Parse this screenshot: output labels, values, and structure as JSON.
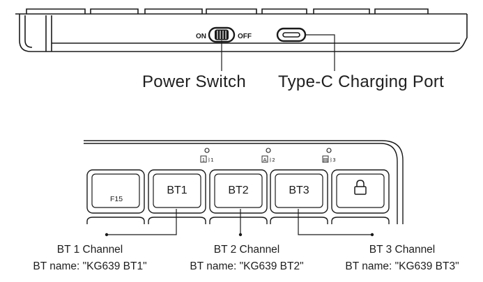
{
  "top_view": {
    "switch_on_label": "ON",
    "switch_off_label": "OFF",
    "power_switch_label": "Power Switch",
    "charging_port_label": "Type-C Charging Port"
  },
  "keys": {
    "f15": "F15",
    "bt1": "BT1",
    "bt2": "BT2",
    "bt3": "BT3",
    "lock_icon": "lock-icon"
  },
  "indicators": {
    "bt1_legend": "1 ✱1",
    "bt2_legend": "A ✱2",
    "bt3_legend": "▤ ✱3"
  },
  "channels": [
    {
      "title": "BT 1 Channel",
      "name": "BT name: \"KG639 BT1\""
    },
    {
      "title": "BT 2 Channel",
      "name": "BT name: \"KG639 BT2\""
    },
    {
      "title": "BT 3 Channel",
      "name": "BT name: \"KG639 BT3\""
    }
  ]
}
